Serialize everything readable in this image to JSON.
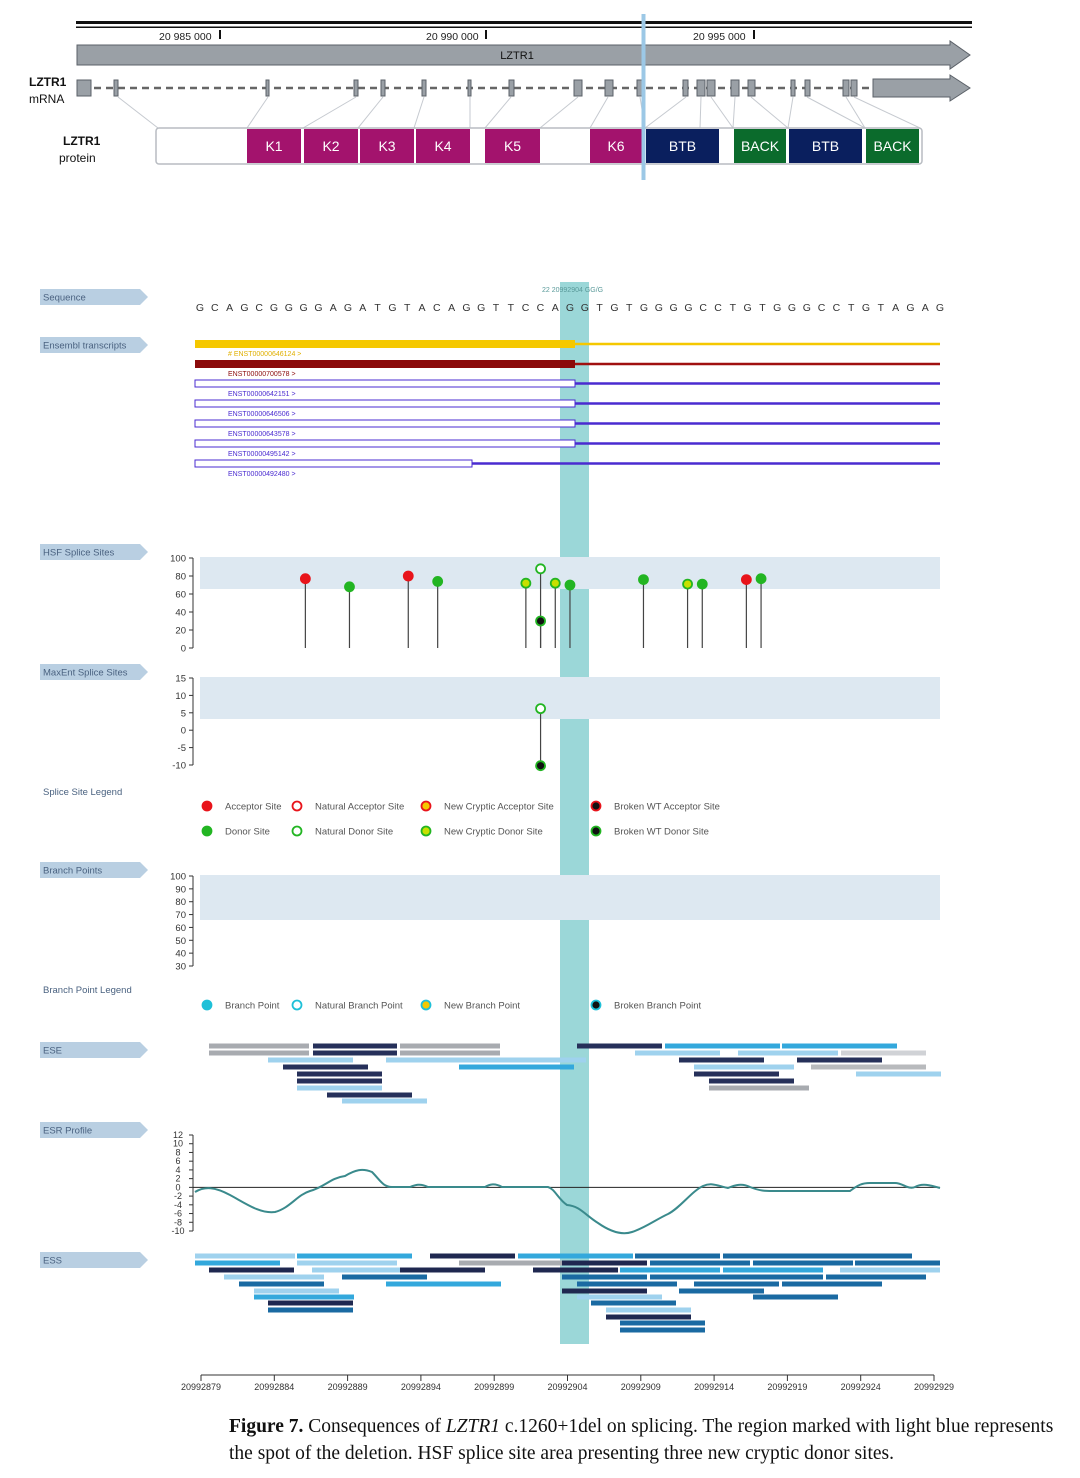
{
  "gene_view": {
    "coords": [
      "20 985 000",
      "20 990 000",
      "20 995 000"
    ],
    "gene_label": "LZTR1",
    "mrna_label": [
      "LZTR1",
      "mRNA"
    ],
    "protein_label": [
      "LZTR1",
      "protein"
    ],
    "domains": [
      {
        "label": "K1",
        "type": "kelch"
      },
      {
        "label": "K2",
        "type": "kelch"
      },
      {
        "label": "K3",
        "type": "kelch"
      },
      {
        "label": "K4",
        "type": "kelch"
      },
      {
        "label": "K5",
        "type": "kelch"
      },
      {
        "label": "K6",
        "type": "kelch"
      },
      {
        "label": "BTB",
        "type": "btb"
      },
      {
        "label": "BACK",
        "type": "back"
      },
      {
        "label": "BTB",
        "type": "btb"
      },
      {
        "label": "BACK",
        "type": "back"
      }
    ],
    "colors": {
      "kelch": "#a3136d",
      "btb": "#0a1f5e",
      "back": "#0b6b2c",
      "marker": "#9cc8e6"
    }
  },
  "tracks": {
    "sequence_label": "Sequence",
    "sequence": "GCAGCGGGGAGATGTACAGGTTCCAGGTGTGGGGCCTGTGGGCCTGTAGAG",
    "position_note": "22 20992904 GG/G",
    "ensembl_label": "Ensembl transcripts",
    "transcripts": [
      {
        "id": "# ENST00000646124 >",
        "color": "#f5c800"
      },
      {
        "id": "ENST00000700578 >",
        "color": "#8b0a0a"
      },
      {
        "id": "ENST00000642151 >",
        "color": "#4a2bd0"
      },
      {
        "id": "ENST00000646506 >",
        "color": "#4a2bd0"
      },
      {
        "id": "ENST00000643578 >",
        "color": "#4a2bd0"
      },
      {
        "id": "ENST00000495142 >",
        "color": "#4a2bd0"
      },
      {
        "id": "ENST00000492480 >",
        "color": "#4a2bd0"
      }
    ],
    "hsf_label": "HSF Splice Sites",
    "hsf_ticks": [
      "100",
      "80",
      "60",
      "40",
      "20",
      "0"
    ],
    "maxent_label": "MaxEnt Splice Sites",
    "maxent_ticks": [
      "15",
      "10",
      "5",
      "0",
      "-5",
      "-10"
    ],
    "splice_legend_label": "Splice Site Legend",
    "splice_legend": [
      {
        "label": "Acceptor Site",
        "fill": "#e8141b",
        "stroke": "#e8141b"
      },
      {
        "label": "Natural Acceptor Site",
        "fill": "#ffffff",
        "stroke": "#e8141b"
      },
      {
        "label": "New Cryptic Acceptor Site",
        "fill": "#f5c800",
        "stroke": "#e8141b"
      },
      {
        "label": "Broken WT Acceptor Site",
        "fill": "#111111",
        "stroke": "#e8141b"
      },
      {
        "label": "Donor Site",
        "fill": "#22b522",
        "stroke": "#22b522"
      },
      {
        "label": "Natural Donor Site",
        "fill": "#ffffff",
        "stroke": "#22b522"
      },
      {
        "label": "New Cryptic Donor Site",
        "fill": "#c8e000",
        "stroke": "#22b522"
      },
      {
        "label": "Broken WT Donor Site",
        "fill": "#111111",
        "stroke": "#22b522"
      }
    ],
    "branch_label": "Branch Points",
    "branch_ticks": [
      "100",
      "90",
      "80",
      "70",
      "60",
      "50",
      "40",
      "30"
    ],
    "branch_legend_label": "Branch Point Legend",
    "branch_legend": [
      {
        "label": "Branch Point",
        "fill": "#1fc0d8",
        "stroke": "#1fc0d8"
      },
      {
        "label": "Natural Branch Point",
        "fill": "#ffffff",
        "stroke": "#1fc0d8"
      },
      {
        "label": "New Branch Point",
        "fill": "#f5c800",
        "stroke": "#1fc0d8"
      },
      {
        "label": "Broken Branch Point",
        "fill": "#111111",
        "stroke": "#1fc0d8"
      }
    ],
    "ese_label": "ESE",
    "esr_label": "ESR Profile",
    "esr_ticks": [
      "12",
      "10",
      "8",
      "6",
      "4",
      "2",
      "0",
      "-2",
      "-4",
      "-6",
      "-8",
      "-10"
    ],
    "ess_label": "ESS",
    "x_ticks": [
      "20992879",
      "20992884",
      "20992889",
      "20992894",
      "20992899",
      "20992904",
      "20992909",
      "20992914",
      "20992919",
      "20992924",
      "20992929"
    ]
  },
  "caption": {
    "label": "Figure 7.",
    "t1": "Consequences of",
    "gene": "LZTR1",
    "t2": "c.1260+1del on splicing. The region marked with light blue represents the spot of the deletion. HSF splice site area presenting three new cryptic donor sites."
  }
}
